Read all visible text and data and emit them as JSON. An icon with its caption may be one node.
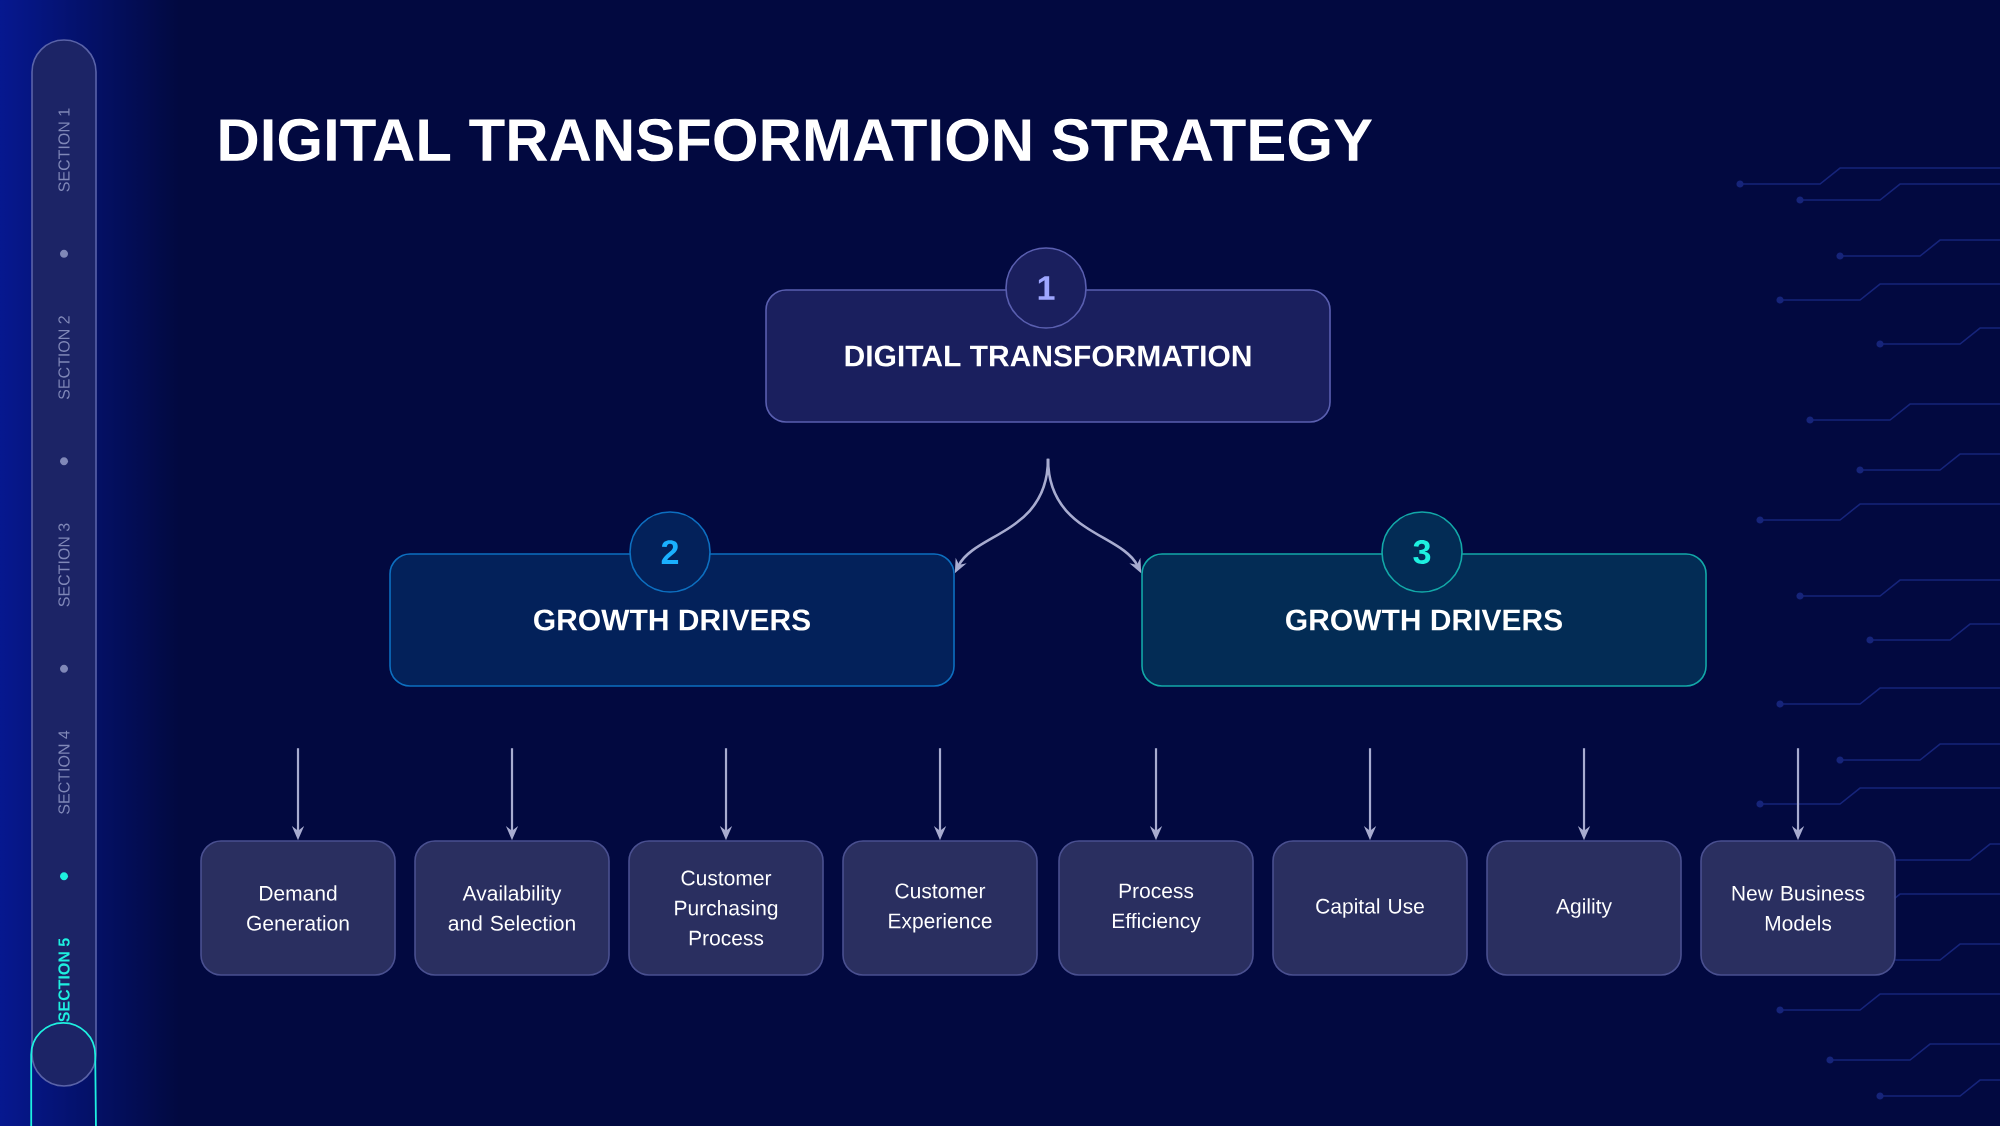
{
  "diagram": {
    "title": "DIGITAL TRANSFORMATION STRATEGY",
    "nodes": [
      {
        "text": [
          "1",
          "DIGITAL TRANSFORMATION"
        ]
      },
      {
        "text": [
          "2",
          "GROWTH DRIVERS"
        ]
      },
      {
        "text": [
          "3",
          "GROWTH DRIVERS"
        ]
      },
      {
        "text": [
          "Demand Generation"
        ]
      },
      {
        "text": [
          "Availability and Selection"
        ]
      },
      {
        "text": [
          "Customer Purchasing Process"
        ]
      },
      {
        "text": [
          "Customer Experience"
        ]
      },
      {
        "text": [
          "Process Efficiency"
        ]
      },
      {
        "text": [
          "Capital Use"
        ]
      },
      {
        "text": [
          "Agility"
        ]
      },
      {
        "text": [
          "New Business Models"
        ]
      },
      {
        "text": [
          "SECTION 1",
          "SECTION 2",
          "SECTION 3",
          "SECTION 4",
          "SECTION 5"
        ]
      }
    ],
    "edges": [
      {
        "from": 0,
        "to": 1,
        "arrow": "to"
      },
      {
        "from": 0,
        "to": 2,
        "arrow": "to"
      },
      {
        "from": null,
        "to": 3,
        "arrow": "to"
      },
      {
        "from": null,
        "to": 4,
        "arrow": "to"
      },
      {
        "from": null,
        "to": 5,
        "arrow": "to"
      },
      {
        "from": null,
        "to": 6,
        "arrow": "to"
      },
      {
        "from": null,
        "to": 7,
        "arrow": "to"
      },
      {
        "from": null,
        "to": 8,
        "arrow": "to"
      },
      {
        "from": null,
        "to": 9,
        "arrow": "to"
      },
      {
        "from": null,
        "to": 10,
        "arrow": "to"
      }
    ]
  }
}
